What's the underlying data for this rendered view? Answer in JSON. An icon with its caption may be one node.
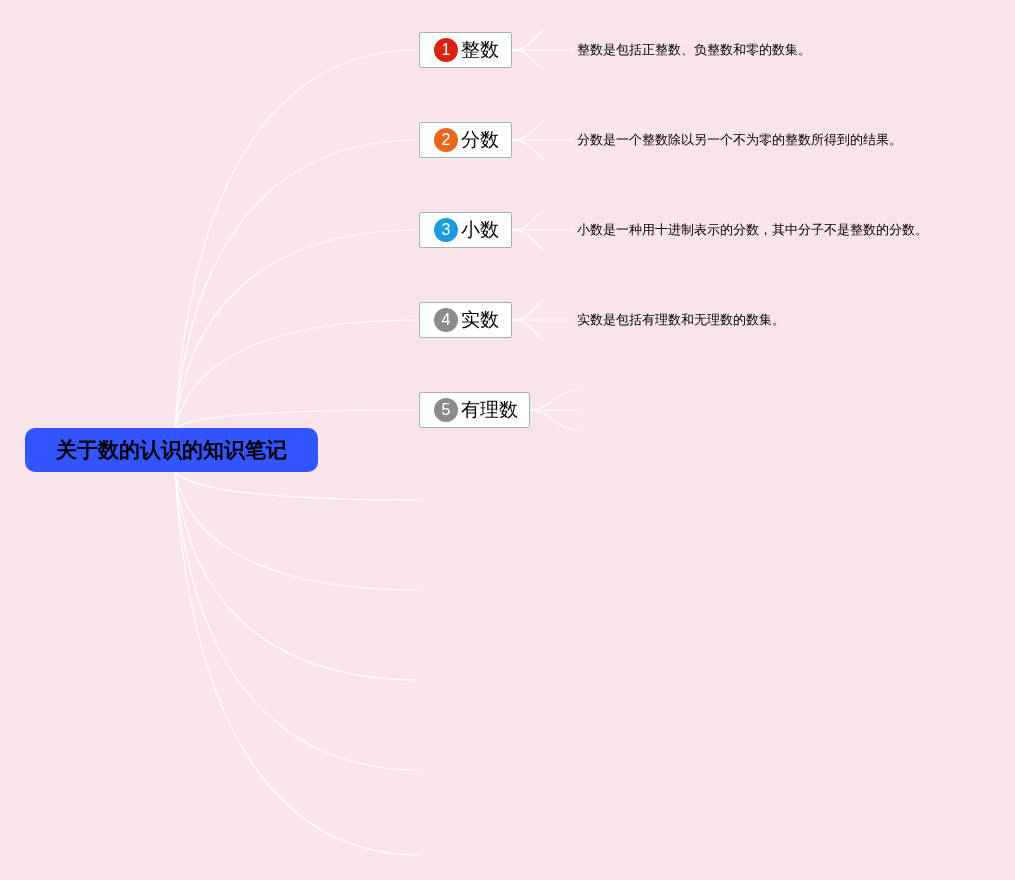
{
  "diagram": {
    "nodes": [
      {
        "text": [
          "关于数的认识的知识笔记"
        ]
      },
      {
        "text": [
          "1",
          "整数"
        ]
      },
      {
        "text": [
          "2",
          "分数"
        ]
      },
      {
        "text": [
          "3",
          "小数"
        ]
      },
      {
        "text": [
          "4",
          "实数"
        ]
      },
      {
        "text": [
          "5",
          "有理数"
        ]
      },
      {
        "text": [
          "整数是包括正整数、负整数和零的数集。"
        ]
      },
      {
        "text": [
          "分数是一个整数除以另一个不为零的整数所得到的结果。"
        ]
      },
      {
        "text": [
          "小数是一种用十进制表示的分数，其中分子不是整数的分数。"
        ]
      },
      {
        "text": [
          "实数是包括有理数和无理数的数集。"
        ]
      }
    ],
    "edges": [
      {
        "from": 0,
        "to": 1,
        "arrow": "none"
      },
      {
        "from": 0,
        "to": 2,
        "arrow": "none"
      },
      {
        "from": 0,
        "to": 3,
        "arrow": "none"
      },
      {
        "from": 0,
        "to": 4,
        "arrow": "none"
      },
      {
        "from": 0,
        "to": 5,
        "arrow": "none"
      },
      {
        "from": 0,
        "to": null,
        "arrow": "none"
      },
      {
        "from": 0,
        "to": null,
        "arrow": "none"
      },
      {
        "from": 0,
        "to": null,
        "arrow": "none"
      },
      {
        "from": 0,
        "to": null,
        "arrow": "none"
      },
      {
        "from": 0,
        "to": null,
        "arrow": "none"
      },
      {
        "from": 1,
        "to": null,
        "arrow": "none"
      },
      {
        "from": 1,
        "to": 6,
        "arrow": "none"
      },
      {
        "from": 1,
        "to": null,
        "arrow": "none"
      },
      {
        "from": 2,
        "to": null,
        "arrow": "none"
      },
      {
        "from": 2,
        "to": 7,
        "arrow": "none"
      },
      {
        "from": 2,
        "to": null,
        "arrow": "none"
      },
      {
        "from": 3,
        "to": null,
        "arrow": "none"
      },
      {
        "from": 3,
        "to": 8,
        "arrow": "none"
      },
      {
        "from": 3,
        "to": null,
        "arrow": "none"
      },
      {
        "from": 4,
        "to": null,
        "arrow": "none"
      },
      {
        "from": 4,
        "to": 9,
        "arrow": "none"
      },
      {
        "from": 4,
        "to": null,
        "arrow": "none"
      },
      {
        "from": 5,
        "to": null,
        "arrow": "none"
      },
      {
        "from": 5,
        "to": null,
        "arrow": "none"
      },
      {
        "from": 5,
        "to": null,
        "arrow": "none"
      }
    ]
  }
}
